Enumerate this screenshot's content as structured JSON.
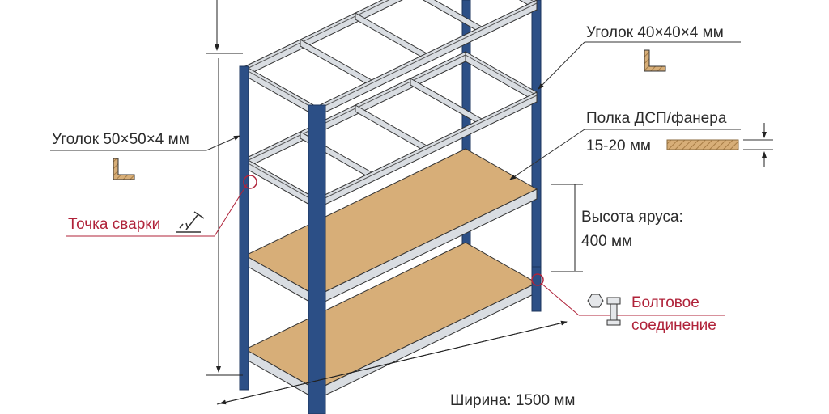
{
  "labels": {
    "angle_small": "Уголок 40×40×4 мм",
    "shelf_material": "Полка ДСП/фанера",
    "shelf_thickness": "15-20 мм",
    "angle_large": "Уголок 50×50×4 мм",
    "weld_point": "Точка сварки",
    "tier_height_title": "Высота яруса:",
    "tier_height_value": "400 мм",
    "bolt_line1": "Болтовое",
    "bolt_line2": "соединение",
    "width": "Ширина: 1500 мм"
  },
  "colors": {
    "post": "#2c4f86",
    "frame": "#d9dde2",
    "wood": "#d7ae78",
    "callout_red": "#b0233a",
    "text": "#2b2b2b"
  },
  "icons": [
    "angle-profile-icon",
    "weld-torch-icon",
    "bolt-nut-icon",
    "board-section-icon"
  ]
}
